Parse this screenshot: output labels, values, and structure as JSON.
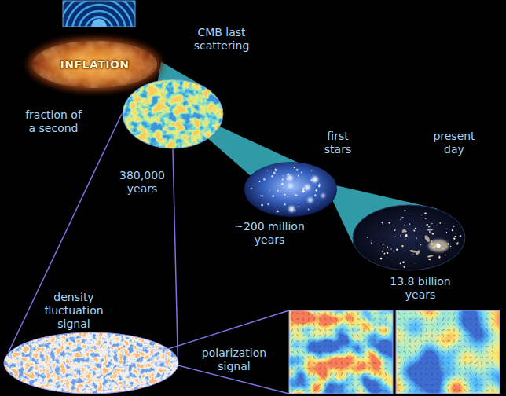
{
  "diagram": {
    "nodes": [
      {
        "text": [
          "INFLATION"
        ]
      },
      {
        "text": [
          "CMB last scattering"
        ]
      },
      {
        "text": [
          "first stars"
        ]
      },
      {
        "text": [
          "present day"
        ]
      },
      {
        "text": [
          "density fluctuation signal"
        ]
      },
      {
        "text": [
          "polarization signal"
        ]
      }
    ],
    "edges": [
      {
        "from": 0,
        "to": 1,
        "arrow": "none"
      },
      {
        "from": 1,
        "to": 2,
        "arrow": "none"
      },
      {
        "from": 2,
        "to": 3,
        "arrow": "none"
      },
      {
        "from": 1,
        "to": 4,
        "arrow": "none"
      },
      {
        "from": 4,
        "to": 5,
        "arrow": "none"
      }
    ],
    "labels": [
      "fraction of a second",
      "380,000 years",
      "~200 million years",
      "13.8 billion years"
    ]
  }
}
